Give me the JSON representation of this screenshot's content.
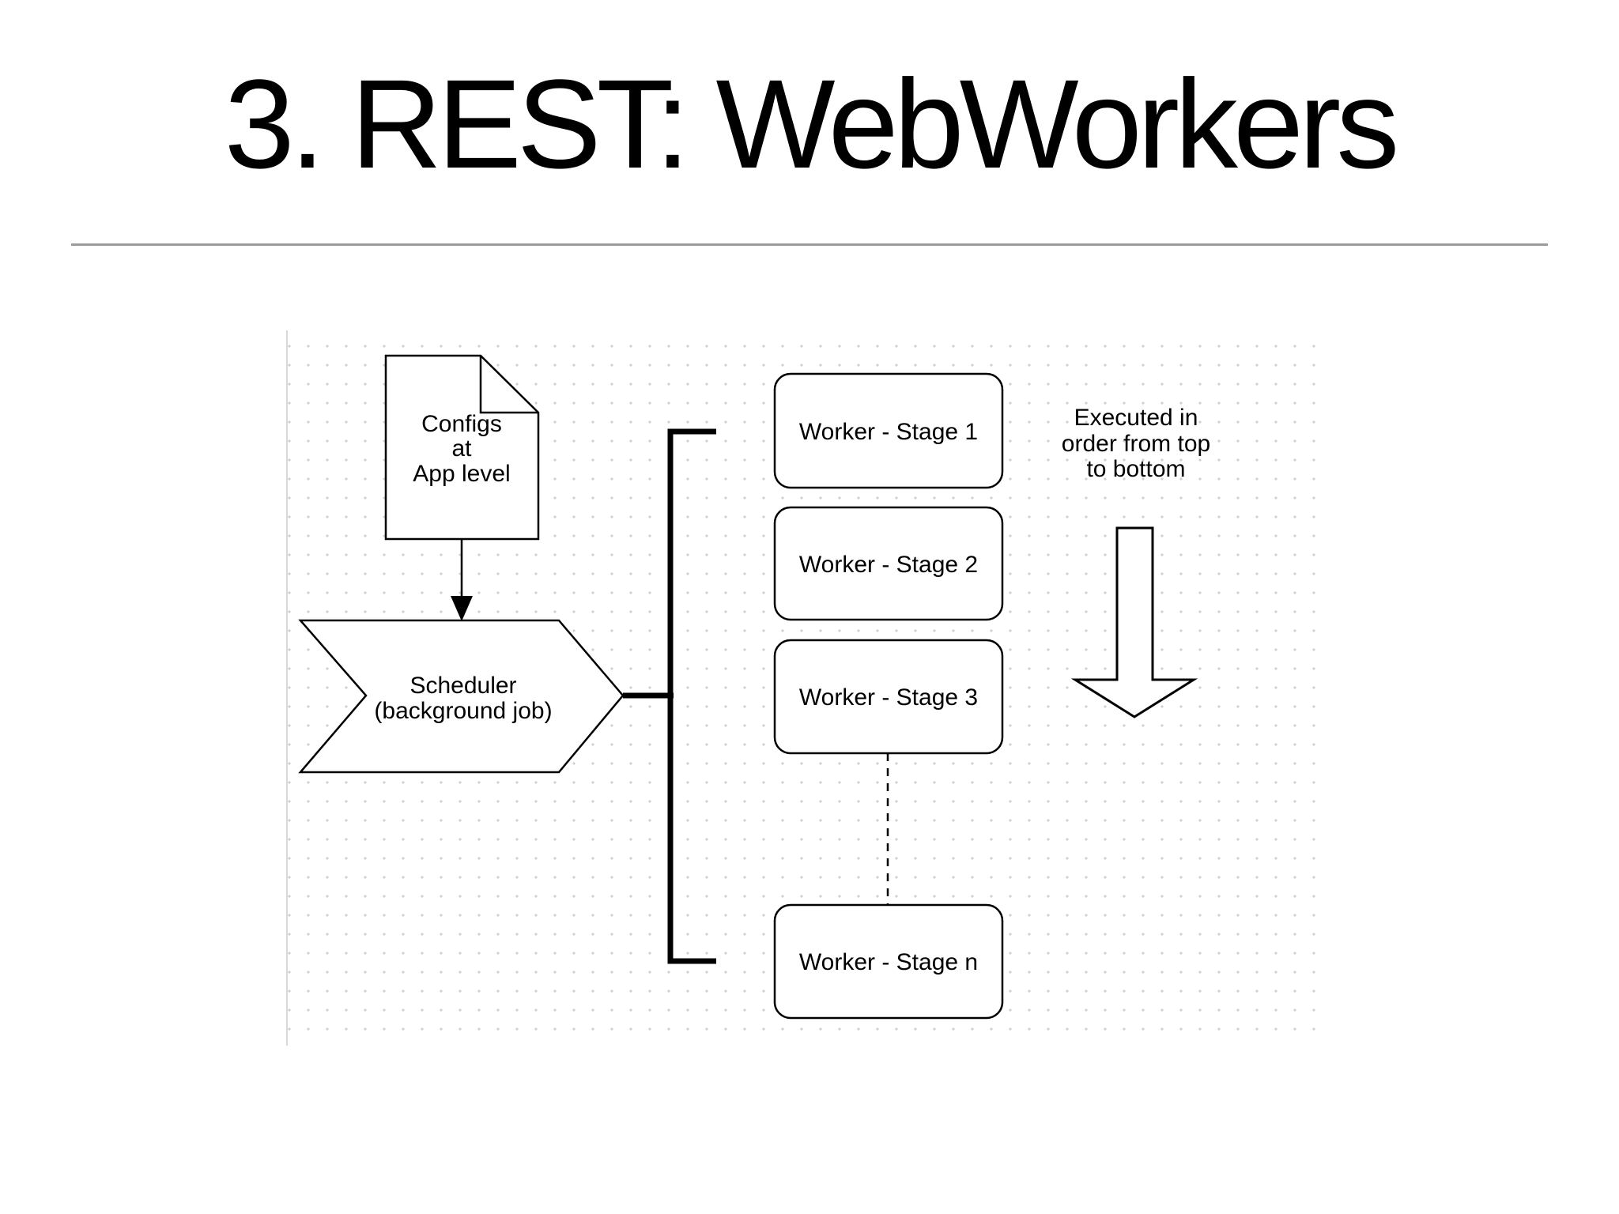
{
  "title": "3. REST: WebWorkers",
  "diagram": {
    "configs": {
      "lines": [
        "Configs",
        "at",
        "App level"
      ]
    },
    "scheduler": {
      "lines": [
        "Scheduler",
        "(background job)"
      ]
    },
    "workers": [
      "Worker - Stage 1",
      "Worker - Stage 2",
      "Worker - Stage 3",
      "Worker - Stage n"
    ],
    "note": {
      "lines": [
        "Executed in",
        "order from top",
        "to bottom"
      ]
    },
    "colors": {
      "stroke": "#000000",
      "shape_fill": "#ffffff",
      "grid_dot": "#cfcfcf",
      "divider": "#9b9b9b"
    }
  }
}
